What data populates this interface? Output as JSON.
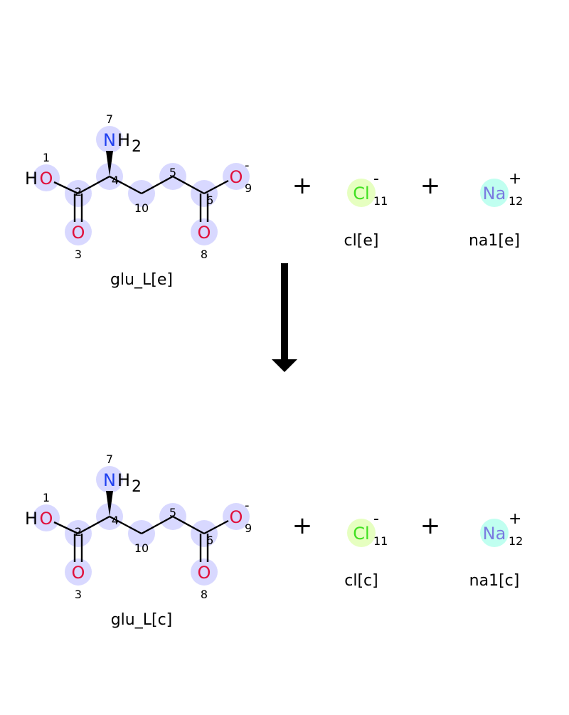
{
  "colors": {
    "highlight": "#d8d8ff",
    "O": "#e0103c",
    "N": "#2040f0",
    "Cl": "#40e020",
    "Cl_bg": "#e6ffc0",
    "Na": "#7b7be0",
    "Na_bg": "#c0fff0",
    "bond": "#000000"
  },
  "plus_sign": "+",
  "arrow_direction": "down",
  "reactants": {
    "glu": {
      "name": "glu_L[e]",
      "atoms": [
        {
          "id": "1",
          "symbol": "O",
          "prefix": "H",
          "charge": ""
        },
        {
          "id": "2",
          "symbol": "",
          "prefix": "",
          "charge": ""
        },
        {
          "id": "3",
          "symbol": "O",
          "prefix": "",
          "charge": ""
        },
        {
          "id": "4",
          "symbol": "",
          "prefix": "",
          "charge": ""
        },
        {
          "id": "5",
          "symbol": "",
          "prefix": "",
          "charge": ""
        },
        {
          "id": "6",
          "symbol": "",
          "prefix": "",
          "charge": ""
        },
        {
          "id": "7",
          "symbol": "N",
          "suffix": "H",
          "sub": "2",
          "charge": ""
        },
        {
          "id": "8",
          "symbol": "O",
          "prefix": "",
          "charge": ""
        },
        {
          "id": "9",
          "symbol": "O",
          "prefix": "",
          "charge": "-"
        },
        {
          "id": "10",
          "symbol": "",
          "prefix": "",
          "charge": ""
        }
      ]
    },
    "cl": {
      "name": "cl[e]",
      "symbol": "Cl",
      "id": "11",
      "charge": "-"
    },
    "na": {
      "name": "na1[e]",
      "symbol": "Na",
      "id": "12",
      "charge": "+"
    }
  },
  "products": {
    "glu": {
      "name": "glu_L[c]",
      "atoms": [
        {
          "id": "1",
          "symbol": "O",
          "prefix": "H",
          "charge": ""
        },
        {
          "id": "2",
          "symbol": "",
          "prefix": "",
          "charge": ""
        },
        {
          "id": "3",
          "symbol": "O",
          "prefix": "",
          "charge": ""
        },
        {
          "id": "4",
          "symbol": "",
          "prefix": "",
          "charge": ""
        },
        {
          "id": "5",
          "symbol": "",
          "prefix": "",
          "charge": ""
        },
        {
          "id": "6",
          "symbol": "",
          "prefix": "",
          "charge": ""
        },
        {
          "id": "7",
          "symbol": "N",
          "suffix": "H",
          "sub": "2",
          "charge": ""
        },
        {
          "id": "8",
          "symbol": "O",
          "prefix": "",
          "charge": ""
        },
        {
          "id": "9",
          "symbol": "O",
          "prefix": "",
          "charge": "-"
        },
        {
          "id": "10",
          "symbol": "",
          "prefix": "",
          "charge": ""
        }
      ]
    },
    "cl": {
      "name": "cl[c]",
      "symbol": "Cl",
      "id": "11",
      "charge": "-"
    },
    "na": {
      "name": "na1[c]",
      "symbol": "Na",
      "id": "12",
      "charge": "+"
    }
  }
}
